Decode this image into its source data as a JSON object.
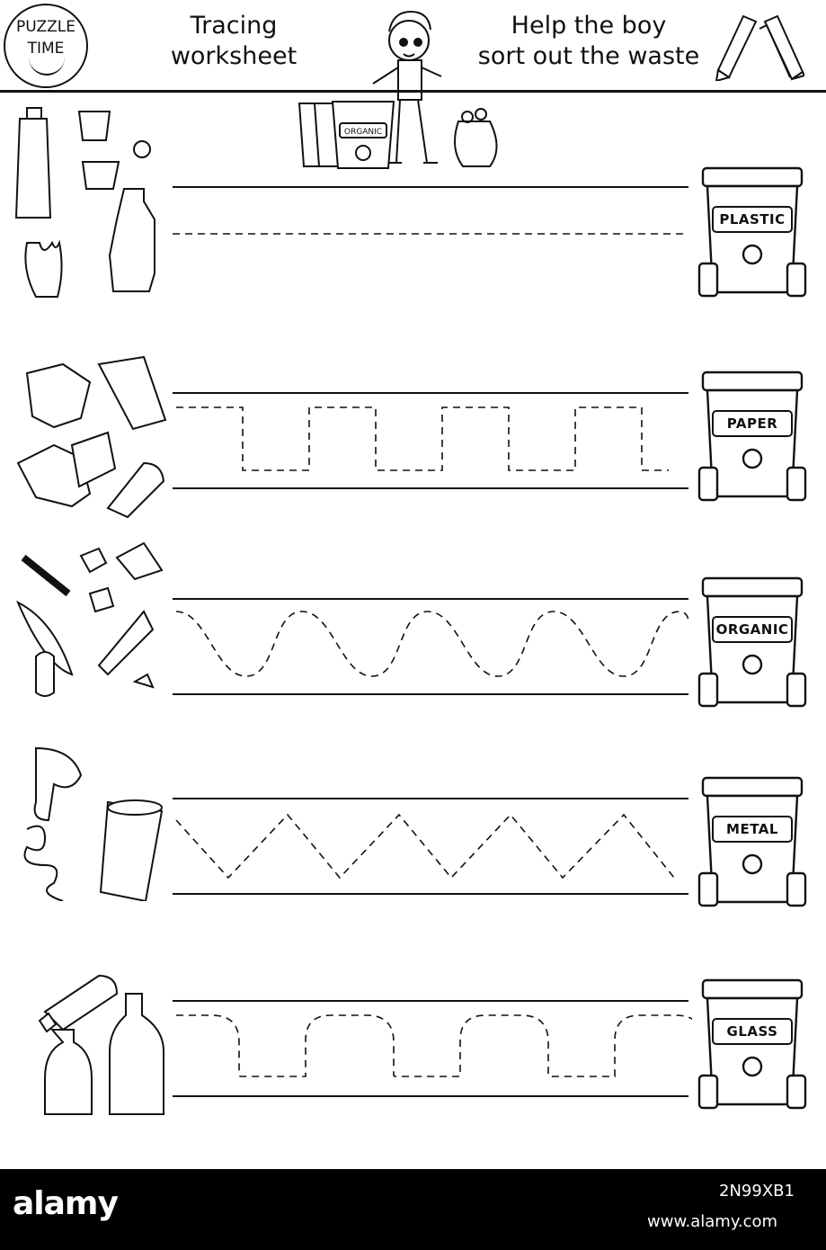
{
  "logo": {
    "line1": "PUZZLE",
    "line2": "TIME"
  },
  "header": {
    "title_line1": "Tracing",
    "title_line2": "worksheet",
    "instruction_line1": "Help the boy",
    "instruction_line2": "sort out the waste"
  },
  "hero": {
    "bin_label": "ORGANIC"
  },
  "rows": [
    {
      "bin_label": "PLASTIC",
      "pattern": "straight"
    },
    {
      "bin_label": "PAPER",
      "pattern": "square-wave"
    },
    {
      "bin_label": "ORGANIC",
      "pattern": "sine-wave"
    },
    {
      "bin_label": "METAL",
      "pattern": "zigzag"
    },
    {
      "bin_label": "GLASS",
      "pattern": "rounded-square-wave"
    }
  ],
  "footer": {
    "brand": "alamy",
    "image_id": "2N99XB1",
    "url": "www.alamy.com"
  },
  "icons": [
    "recycle-icon",
    "pencil-icon",
    "plastic-waste-icon",
    "paper-waste-icon",
    "organic-waste-icon",
    "metal-waste-icon",
    "glass-waste-icon",
    "trash-bin-icon"
  ]
}
